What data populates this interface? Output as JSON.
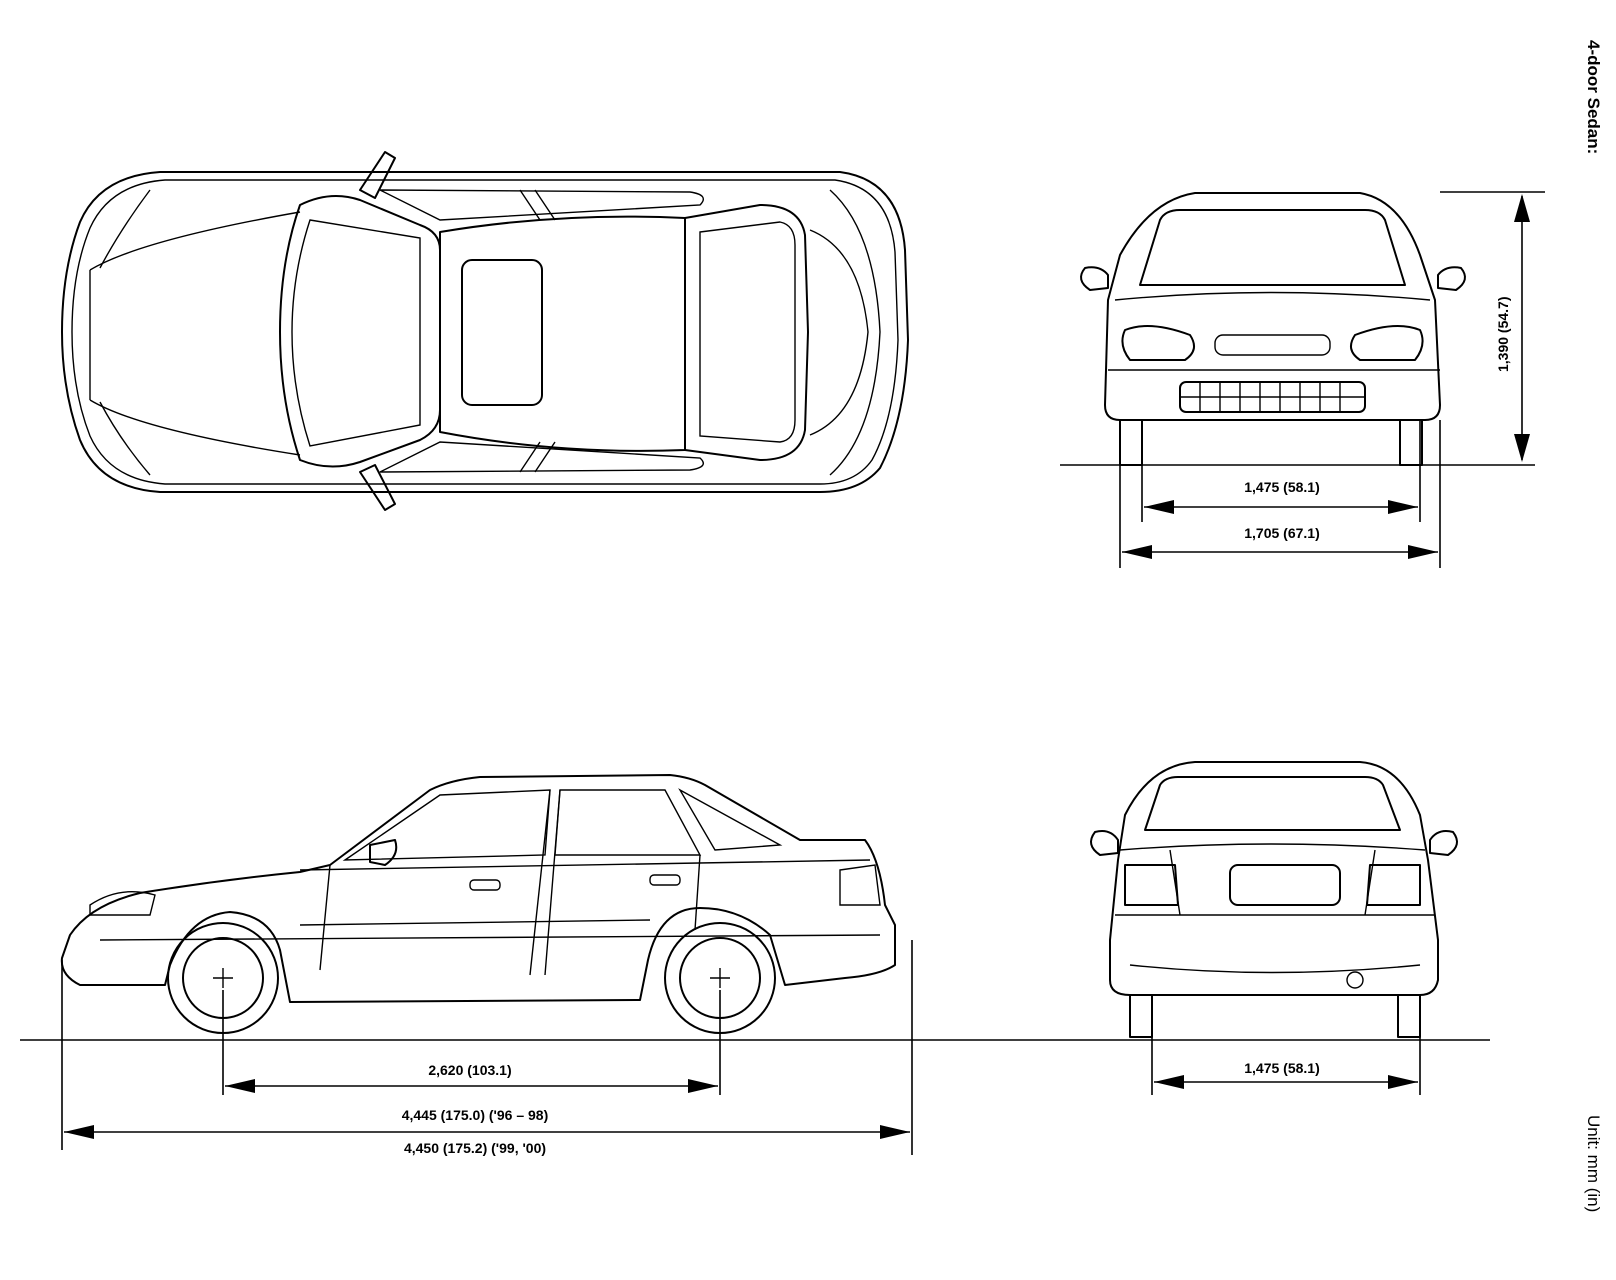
{
  "title": "4-door Sedan:",
  "unit_note": "Unit: mm (in)",
  "dimensions": {
    "height": "1,390 (54.7)",
    "front_tread": "1,475 (58.1)",
    "overall_width": "1,705 (67.1)",
    "rear_tread": "1,475 (58.1)",
    "wheelbase": "2,620 (103.1)",
    "length_96_98": "4,445 (175.0) ('96 – 98)",
    "length_99_00": "4,450 (175.2) ('99, '00)"
  }
}
